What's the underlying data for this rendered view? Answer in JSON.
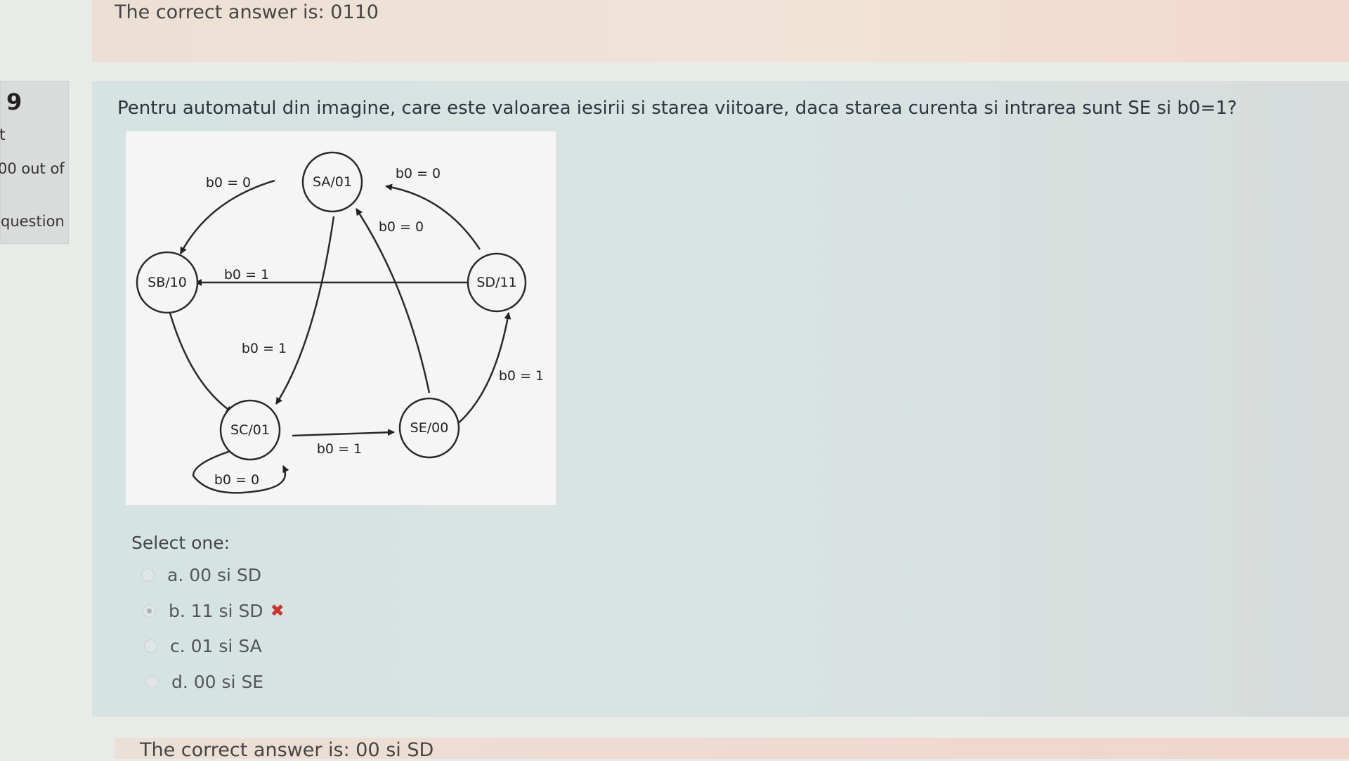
{
  "previous_feedback": {
    "text": "The correct answer is: 0110"
  },
  "info": {
    "question_number": "9",
    "status": "t",
    "mark": "00 out of",
    "flag": "question"
  },
  "question": {
    "text": "Pentru automatul din imagine, care este valoarea iesirii si starea viitoare, daca starea curenta si intrarea sunt SE si b0=1?"
  },
  "diagram": {
    "states": {
      "sa": "SA/01",
      "sb": "SB/10",
      "sc": "SC/01",
      "sd": "SD/11",
      "se": "SE/00"
    },
    "edge_labels": {
      "sa_sb": "b0 = 0",
      "sd_sa": "b0 = 0",
      "se_sa": "b0 = 0",
      "sd_sb": "b0 = 1",
      "sa_sc": "b0 = 1",
      "se_sd": "b0 = 1",
      "sc_se": "b0 = 1",
      "sc_sc": "b0 = 0"
    }
  },
  "answer": {
    "prompt": "Select one:",
    "options": [
      {
        "label": "a. 00 si SD",
        "selected": false
      },
      {
        "label": "b. 11 si SD",
        "selected": true,
        "status_icon": "x-icon",
        "status_glyph": "✖",
        "status_color": "#d0312d"
      },
      {
        "label": "c. 01 si SA",
        "selected": false
      },
      {
        "label": "d. 00 si SE",
        "selected": false
      }
    ]
  },
  "next_feedback": {
    "text": "The correct answer is: 00 si SD"
  }
}
